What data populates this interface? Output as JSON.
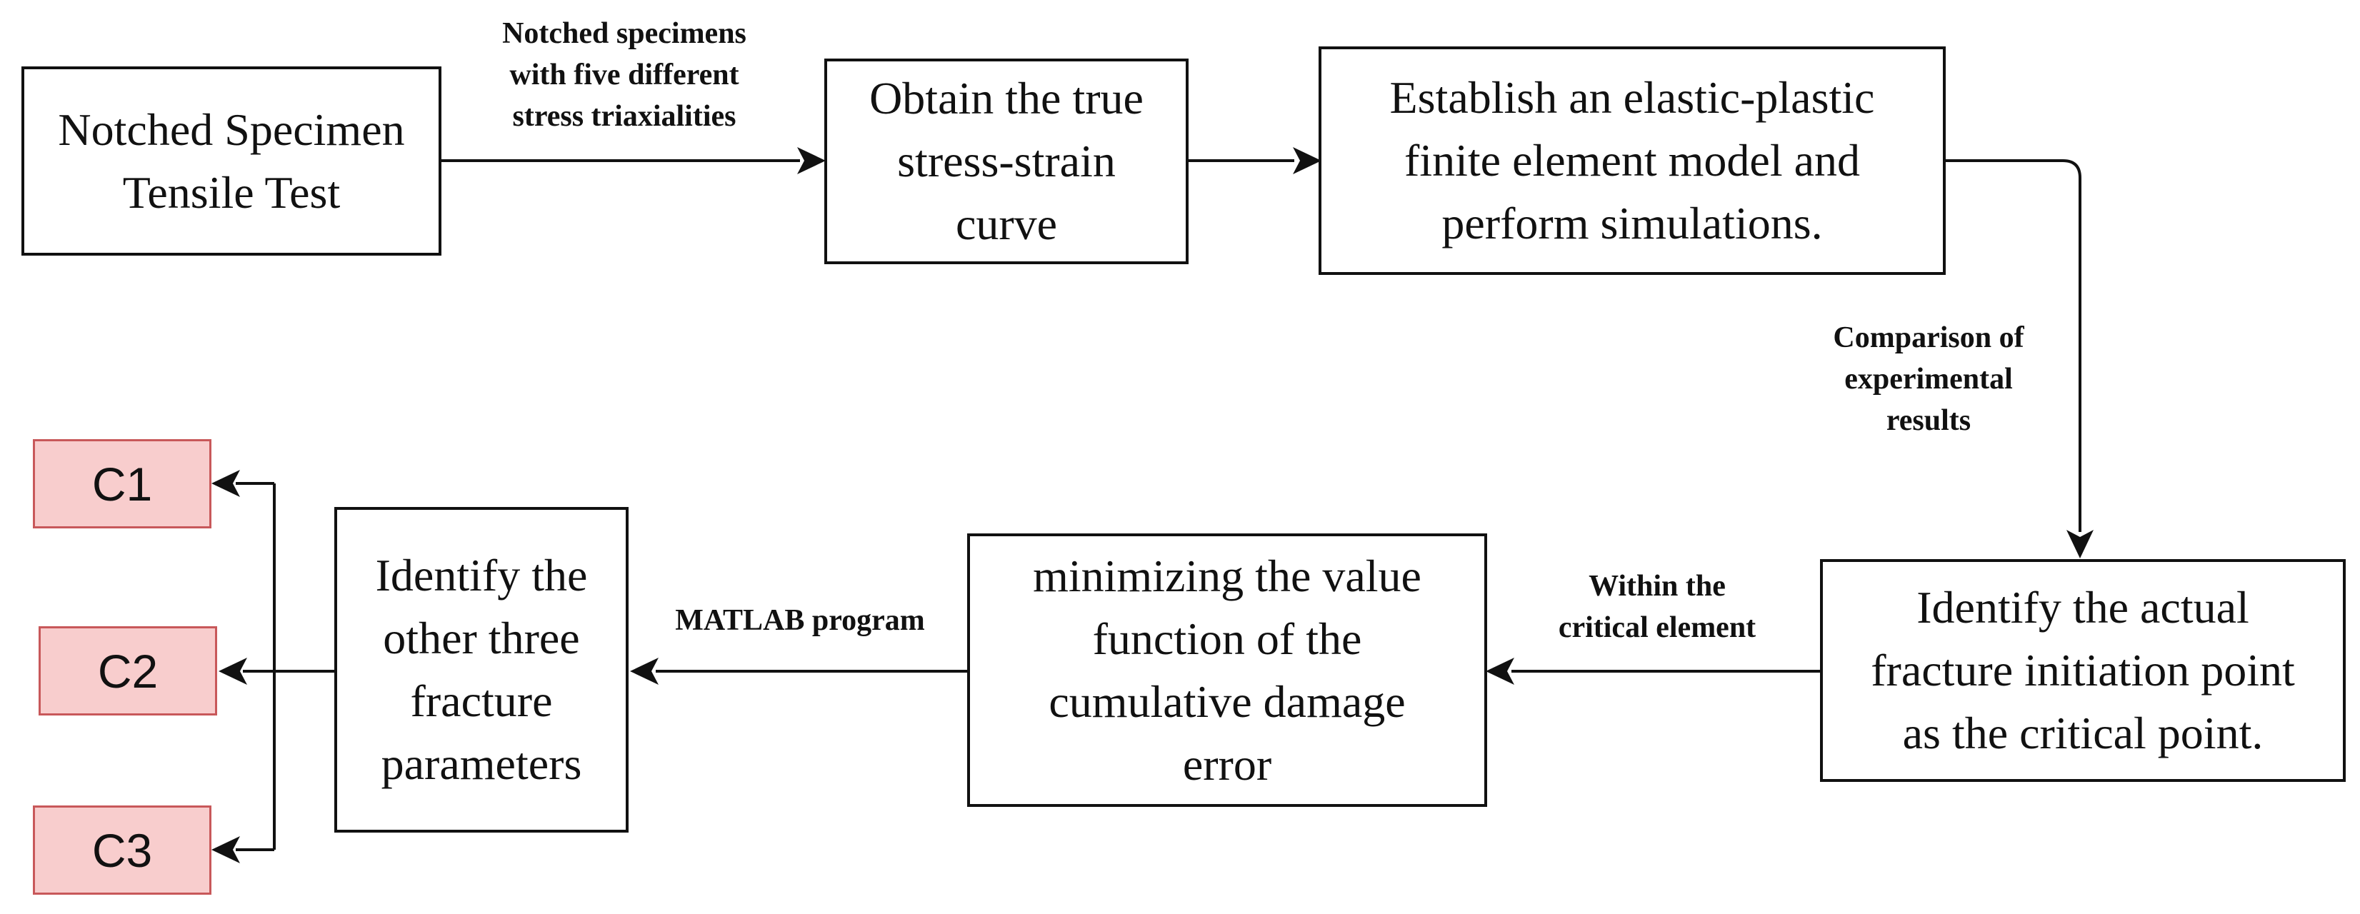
{
  "nodes": {
    "tensile_test": "Notched Specimen\nTensile Test",
    "stress_strain": "Obtain the true\nstress-strain\ncurve",
    "fem_model": "Establish an elastic-plastic\nfinite element model and\nperform simulations.",
    "fracture_point": "Identify the actual\nfracture initiation point\nas the critical point.",
    "minimize": "minimizing the value\nfunction of the\ncumulative damage\nerror",
    "identify_params": "Identify the\nother three\nfracture\nparameters"
  },
  "outputs": [
    "C1",
    "C2",
    "C3"
  ],
  "edge_labels": {
    "five_triaxialities": "Notched specimens\nwith five different\nstress triaxialities",
    "comparison": "Comparison of\nexperimental\nresults",
    "critical_element": "Within the\ncritical element",
    "matlab": "MATLAB program"
  },
  "colors": {
    "stroke": "#111111",
    "output_fill": "#f8cdcd",
    "output_border": "#c8585a"
  }
}
